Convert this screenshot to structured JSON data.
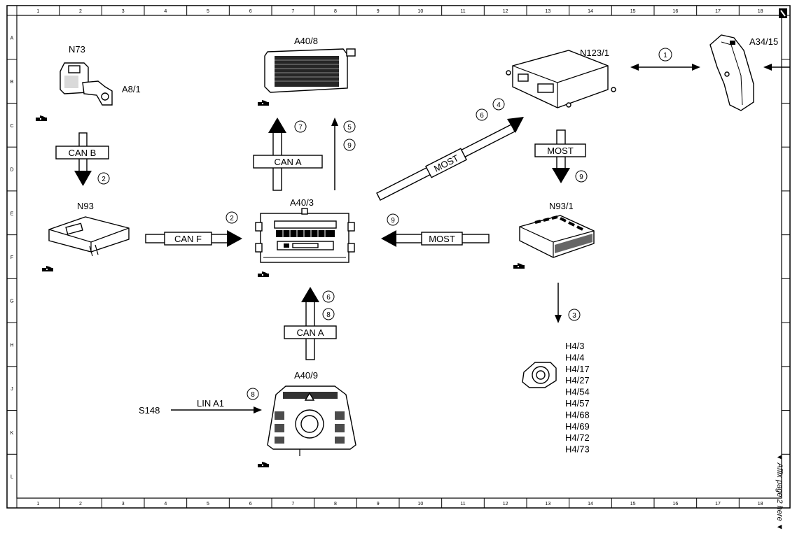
{
  "frame": {
    "columns": [
      "1",
      "2",
      "3",
      "4",
      "5",
      "6",
      "7",
      "8",
      "9",
      "10",
      "11",
      "12",
      "13",
      "14",
      "15",
      "16",
      "17",
      "18"
    ],
    "rows": [
      "A",
      "B",
      "C",
      "D",
      "E",
      "F",
      "G",
      "H",
      "J",
      "K",
      "L"
    ],
    "affix_note": "▼ Affix page 2 here ▼"
  },
  "components": {
    "n73": "N73",
    "a8_1": "A8/1",
    "a40_8": "A40/8",
    "n123_1": "N123/1",
    "a34_15": "A34/15",
    "n93": "N93",
    "a40_3": "A40/3",
    "n93_1": "N93/1",
    "a40_9": "A40/9",
    "s148": "S148",
    "speakers": [
      "H4/3",
      "H4/4",
      "H4/17",
      "H4/27",
      "H4/54",
      "H4/57",
      "H4/68",
      "H4/69",
      "H4/72",
      "H4/73"
    ]
  },
  "buses": {
    "can_b": "CAN B",
    "can_a_top": "CAN A",
    "can_f": "CAN F",
    "most_left": "MOST",
    "most_diag": "MOST",
    "most_down": "MOST",
    "can_a_bottom": "CAN A",
    "lin_a1": "LIN A1"
  },
  "callouts": {
    "c1": "1",
    "c2a": "2",
    "c2b": "2",
    "c3": "3",
    "c4": "4",
    "c5": "5",
    "c6a": "6",
    "c6b": "6",
    "c7": "7",
    "c8a": "8",
    "c8b": "8",
    "c9a": "9",
    "c9b": "9",
    "c9c": "9"
  },
  "colors": {
    "ink": "#000000",
    "paper": "#ffffff"
  },
  "icons": [
    "reference-hand-icon",
    "callout-circle-icon",
    "arrow-icon"
  ]
}
